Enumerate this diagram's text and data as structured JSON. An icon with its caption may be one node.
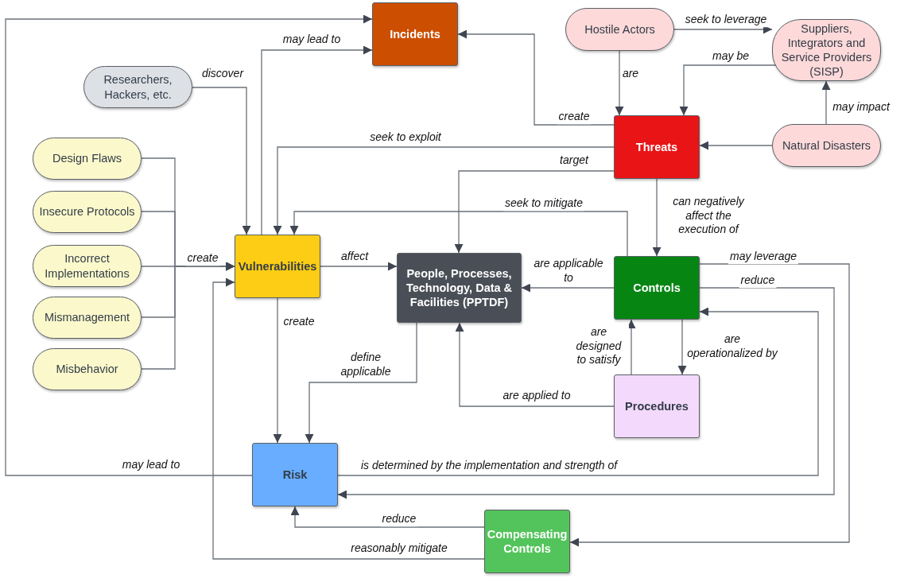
{
  "diagram": {
    "nodes": [
      {
        "text": [
          "Incidents"
        ]
      },
      {
        "text": [
          "Hostile Actors"
        ]
      },
      {
        "text": [
          "Suppliers, Integrators and Service Providers (SISP)"
        ]
      },
      {
        "text": [
          "Researchers, Hackers, etc."
        ]
      },
      {
        "text": [
          "Threats"
        ]
      },
      {
        "text": [
          "Natural Disasters"
        ]
      },
      {
        "text": [
          "Design Flaws"
        ]
      },
      {
        "text": [
          "Insecure Protocols"
        ]
      },
      {
        "text": [
          "Incorrect Implementations"
        ]
      },
      {
        "text": [
          "Vulnerabilities"
        ]
      },
      {
        "text": [
          "People, Processes, Technology, Data & Facilities (PPTDF)"
        ]
      },
      {
        "text": [
          "Controls"
        ]
      },
      {
        "text": [
          "Mismanagement"
        ]
      },
      {
        "text": [
          "Misbehavior"
        ]
      },
      {
        "text": [
          "Procedures"
        ]
      },
      {
        "text": [
          "Risk"
        ]
      },
      {
        "text": [
          "Compensating Controls"
        ]
      }
    ],
    "edges": [
      {
        "from": 15,
        "to": 0,
        "arrow": "to",
        "label": "may lead to"
      },
      {
        "from": 9,
        "to": 0,
        "arrow": "to",
        "label": "may lead to"
      },
      {
        "from": 4,
        "to": 0,
        "arrow": "to",
        "label": "create"
      },
      {
        "from": 3,
        "to": 9,
        "arrow": "to",
        "label": "discover"
      },
      {
        "from": 1,
        "to": 2,
        "arrow": "to",
        "label": "seek to leverage"
      },
      {
        "from": 1,
        "to": 4,
        "arrow": "to",
        "label": "are"
      },
      {
        "from": 2,
        "to": 4,
        "arrow": "to",
        "label": "may be"
      },
      {
        "from": 5,
        "to": 2,
        "arrow": "to",
        "label": "may impact"
      },
      {
        "from": 5,
        "to": 4,
        "arrow": "to"
      },
      {
        "from": 4,
        "to": 9,
        "arrow": "to",
        "label": "seek to exploit"
      },
      {
        "from": 4,
        "to": 10,
        "arrow": "to",
        "label": "target"
      },
      {
        "from": 4,
        "to": 11,
        "arrow": "to",
        "label": "can negatively affect the execution of"
      },
      {
        "from": 11,
        "to": 9,
        "arrow": "to",
        "label": "seek to mitigate"
      },
      {
        "from": 6,
        "to": 9,
        "arrow": "to"
      },
      {
        "from": 7,
        "to": 9,
        "arrow": "to"
      },
      {
        "from": 8,
        "to": 9,
        "arrow": "to",
        "label": "create"
      },
      {
        "from": 12,
        "to": 9,
        "arrow": "to"
      },
      {
        "from": 13,
        "to": 9,
        "arrow": "to"
      },
      {
        "from": 9,
        "to": 10,
        "arrow": "to",
        "label": "affect"
      },
      {
        "from": 11,
        "to": 10,
        "arrow": "to",
        "label": "are applicable to"
      },
      {
        "from": 11,
        "to": 16,
        "arrow": "to",
        "label": "may leverage"
      },
      {
        "from": 11,
        "to": 15,
        "arrow": "to",
        "label": "reduce"
      },
      {
        "from": 15,
        "to": 11,
        "arrow": "to",
        "label": "is determined by the implementation and strength of"
      },
      {
        "from": 11,
        "to": 14,
        "arrow": "to",
        "label": "are operationalized by"
      },
      {
        "from": 14,
        "to": 11,
        "arrow": "to",
        "label": "are designed to satisfy"
      },
      {
        "from": 14,
        "to": 10,
        "arrow": "to",
        "label": "are applied to"
      },
      {
        "from": 9,
        "to": 15,
        "arrow": "to",
        "label": "create"
      },
      {
        "from": 10,
        "to": 15,
        "arrow": "to",
        "label": "define applicable"
      },
      {
        "from": 16,
        "to": 15,
        "arrow": "to",
        "label": "reduce"
      },
      {
        "from": 16,
        "to": 9,
        "arrow": "to",
        "label": "reasonably mitigate"
      }
    ]
  }
}
